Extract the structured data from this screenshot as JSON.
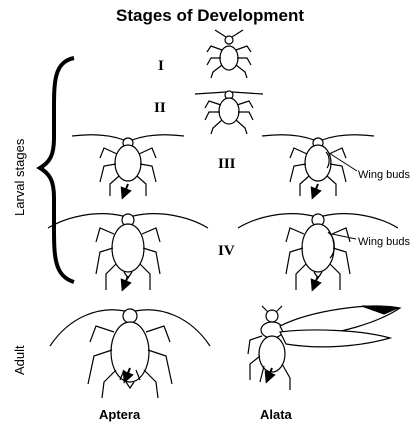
{
  "title": "Stages of Development",
  "side_labels": {
    "larval": "Larval stages",
    "adult": "Adult"
  },
  "stages": [
    "I",
    "II",
    "III",
    "IV"
  ],
  "annotations": {
    "wing_buds_1": "Wing buds",
    "wing_buds_2": "Wing buds"
  },
  "captions": {
    "aptera": "Aptera",
    "alata": "Alata"
  },
  "colors": {
    "ink": "#000000",
    "background": "#ffffff"
  }
}
